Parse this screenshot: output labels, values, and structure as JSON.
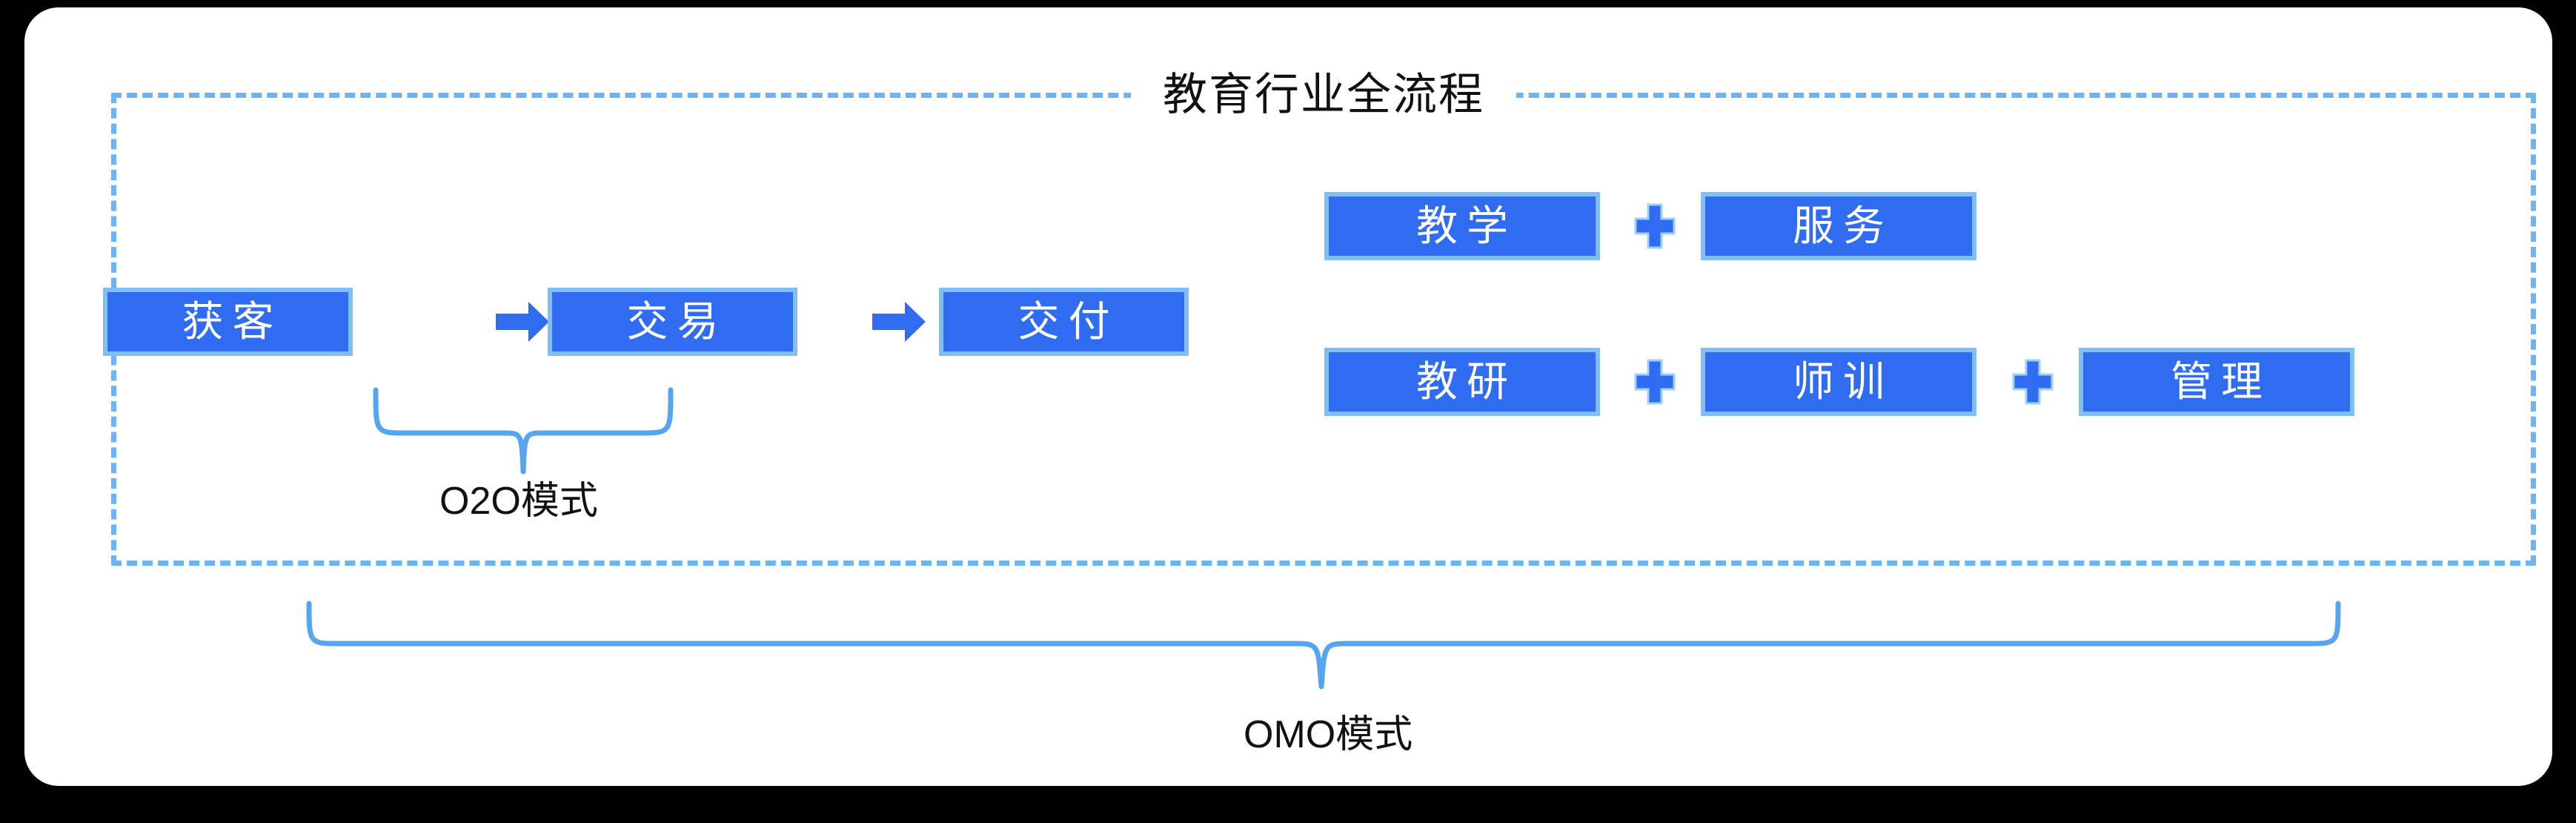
{
  "theme": {
    "page_background": "#000000",
    "card_background": "#ffffff",
    "dash_border_color": "#6CB4F5",
    "chip_fill": "#2F6CF2",
    "chip_outline": "#7FBEF8",
    "accent_blue": "#2F6CF2",
    "brace_color": "#56A5F0",
    "text_dark": "#111111",
    "text_on_chip": "#ffffff"
  },
  "group": {
    "title": "教育行业全流程"
  },
  "flow": {
    "steps": [
      {
        "label": "获客"
      },
      {
        "label": "交易"
      },
      {
        "label": "交付"
      }
    ],
    "connector_icon": "arrow-right-icon",
    "connectors": [
      "➡",
      "➡"
    ]
  },
  "capabilities": {
    "separator_icon": "plus-cross-icon",
    "separator_symbol": "+",
    "rows": [
      {
        "items": [
          {
            "label": "教学"
          },
          {
            "label": "服务"
          }
        ]
      },
      {
        "items": [
          {
            "label": "教研"
          },
          {
            "label": "师训"
          },
          {
            "label": "管理"
          }
        ]
      }
    ]
  },
  "braces": [
    {
      "id": "o2o",
      "label": "O2O模式",
      "icon": "curly-brace-down-icon",
      "spans": [
        "获客",
        "交易"
      ]
    },
    {
      "id": "omo",
      "label": "OMO模式",
      "icon": "curly-brace-down-icon",
      "spans": [
        "教育行业全流程"
      ]
    }
  ]
}
